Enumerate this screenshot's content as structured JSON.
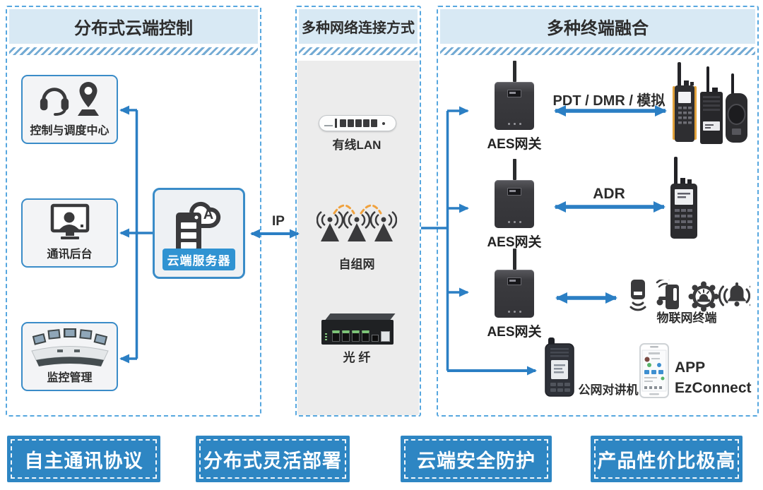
{
  "panels": {
    "cloud_control": {
      "title": "分布式云端控制",
      "nodes": [
        {
          "label": "控制与调度中心"
        },
        {
          "label": "通讯后台"
        },
        {
          "label": "监控管理"
        }
      ],
      "server": {
        "label": "云端服务器",
        "cloud_letter": "A"
      }
    },
    "network": {
      "title": "多种网络连接方式",
      "link_label": "IP",
      "items": [
        {
          "label": "有线LAN"
        },
        {
          "label": "自组网"
        },
        {
          "label": "光 纤"
        }
      ]
    },
    "terminals": {
      "title": "多种终端融合",
      "gateway_label": "AES网关",
      "links": [
        {
          "label": "PDT / DMR / 模拟"
        },
        {
          "label": "ADR"
        }
      ],
      "iot_label": "物联网终端",
      "poc_label": "公网对讲机",
      "app_line1": "APP",
      "app_line2": "EzConnect"
    }
  },
  "banners": [
    {
      "label": "自主通讯协议"
    },
    {
      "label": "分布式灵活部署"
    },
    {
      "label": "云端安全防护"
    },
    {
      "label": "产品性价比极高"
    }
  ],
  "colors": {
    "accent_blue": "#2b7fc4",
    "banner_blue": "#2e86c3",
    "header_bg": "#d8e9f4",
    "panel_border": "#57a7df",
    "box_border": "#3a8cc8",
    "orange": "#f0a23e",
    "icon_dark": "#3a3a3c"
  }
}
